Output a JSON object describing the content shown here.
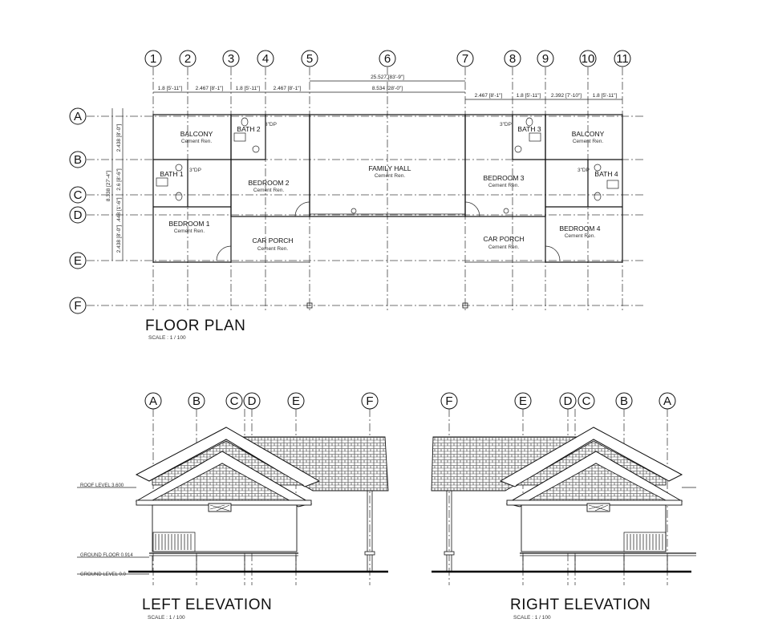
{
  "floor_plan": {
    "title": "FLOOR PLAN",
    "scale": "SCALE : 1 / 100",
    "grid_cols": [
      "1",
      "2",
      "3",
      "4",
      "5",
      "6",
      "7",
      "8",
      "9",
      "10",
      "11"
    ],
    "grid_rows": [
      "A",
      "B",
      "C",
      "D",
      "E",
      "F"
    ],
    "overall_dim": "25.527 [83'-9\"]",
    "center_dim": "8.534 [28'-0\"]",
    "dims_left_top": [
      "1.8 [5'-11\"]",
      "2.467 [8'-1\"]",
      "1.8 [5'-11\"]",
      "2.467 [8'-1\"]"
    ],
    "dims_right_top": [
      "2.467 [8'-1\"]",
      "1.8 [5'-11\"]",
      "2.392 [7'-10\"]",
      "1.8 [5'-11\"]"
    ],
    "dims_vertical_outer": "8.338 [27'-4\"]",
    "dims_vertical": [
      "2.438 [8'-0\"]",
      "2.6 [8'-6\"]",
      ".448 [1'-6\"]",
      "2.438 [8'-0\"]"
    ],
    "rooms": [
      {
        "name": "BALCONY",
        "finish": "Cement Ren."
      },
      {
        "name": "BATH 1",
        "finish": ""
      },
      {
        "name": "BATH 2",
        "finish": ""
      },
      {
        "name": "BEDROOM 1",
        "finish": "Cement Ren."
      },
      {
        "name": "BEDROOM 2",
        "finish": "Cement Ren."
      },
      {
        "name": "CAR PORCH",
        "finish": "Cement Ren."
      },
      {
        "name": "FAMILY HALL",
        "finish": "Cement Ren."
      },
      {
        "name": "BEDROOM 3",
        "finish": "Cement Ren."
      },
      {
        "name": "CAR PORCH",
        "finish": "Cement Ren."
      },
      {
        "name": "BATH 3",
        "finish": ""
      },
      {
        "name": "BALCONY",
        "finish": "Cement Ren."
      },
      {
        "name": "BATH 4",
        "finish": ""
      },
      {
        "name": "BEDROOM 4",
        "finish": "Cement Ren."
      }
    ],
    "dp_note": "3\"DP"
  },
  "left_elevation": {
    "title": "LEFT ELEVATION",
    "scale": "SCALE : 1 / 100",
    "grid": [
      "A",
      "B",
      "C",
      "D",
      "E",
      "F"
    ],
    "levels": [
      "ROOF LEVEL 3.600",
      "GROUND FLOOR 0.914",
      "GROUND LEVEL 0.0"
    ]
  },
  "right_elevation": {
    "title": "RIGHT ELEVATION",
    "scale": "SCALE : 1 / 100",
    "grid": [
      "F",
      "E",
      "D",
      "C",
      "B",
      "A"
    ]
  }
}
